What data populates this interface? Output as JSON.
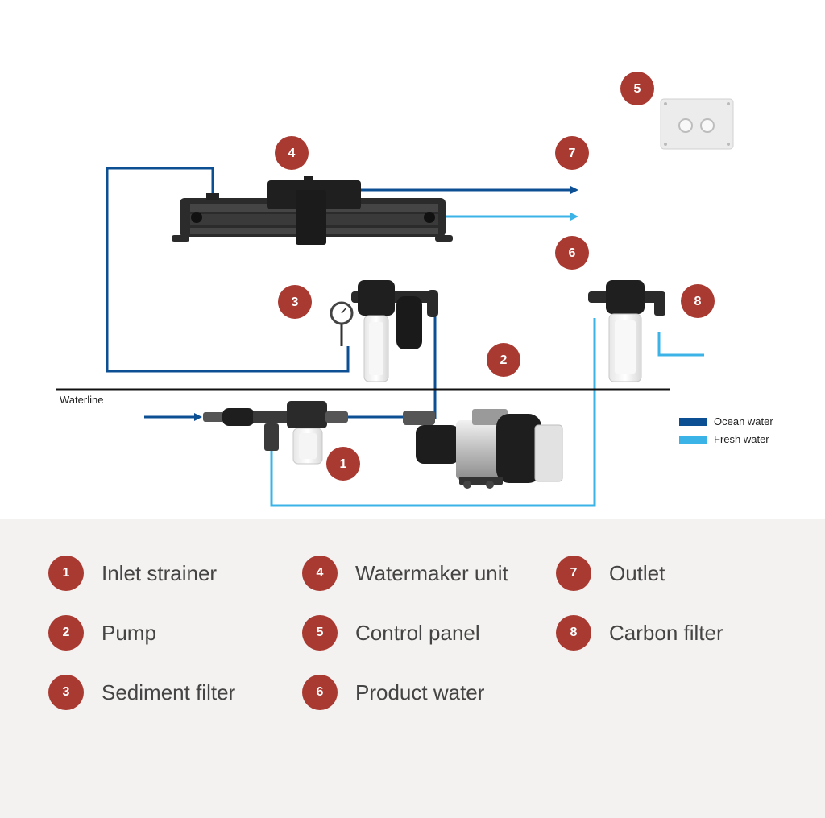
{
  "labels": {
    "waterline": "Waterline"
  },
  "water_legend": {
    "ocean": {
      "label": "Ocean water",
      "color": "#0d4f93"
    },
    "fresh": {
      "label": "Fresh water",
      "color": "#3bb3e6"
    }
  },
  "badge_color": "#a93a32",
  "badges": [
    "1",
    "2",
    "3",
    "4",
    "5",
    "6",
    "7",
    "8"
  ],
  "components": [
    {
      "number": "1",
      "label": "Inlet strainer"
    },
    {
      "number": "2",
      "label": "Pump"
    },
    {
      "number": "3",
      "label": "Sediment filter"
    },
    {
      "number": "4",
      "label": "Watermaker unit"
    },
    {
      "number": "5",
      "label": "Control panel"
    },
    {
      "number": "6",
      "label": "Product water"
    },
    {
      "number": "7",
      "label": "Outlet"
    },
    {
      "number": "8",
      "label": "Carbon filter"
    }
  ]
}
